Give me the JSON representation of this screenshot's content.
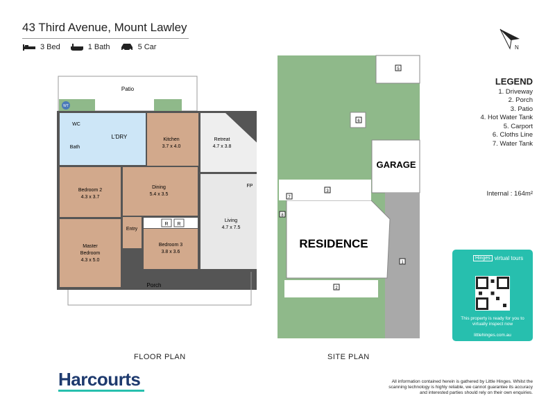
{
  "property": {
    "address": "43 Third Avenue, Mount Lawley",
    "bed": "3 Bed",
    "bath": "1 Bath",
    "car": "5 Car"
  },
  "compass": {
    "label": "N"
  },
  "floor_plan": {
    "caption": "FLOOR PLAN",
    "rooms": {
      "patio": "Patio",
      "wc": "WC",
      "wt": "WT",
      "laundry": "L'DRY",
      "bath": "Bath",
      "kitchen": "Kitchen",
      "kitchen_dim": "3.7 x 4.0",
      "retreat": "Retreat",
      "retreat_dim": "4.7 x 3.8",
      "bed2": "Bedroom 2",
      "bed2_dim": "4.3 x 3.7",
      "dining": "Dining",
      "dining_dim": "5.4 x 3.5",
      "fp": "FP",
      "living": "Living",
      "living_dim": "4.7 x 7.5",
      "entry": "Entry",
      "r1": "R",
      "r2": "R",
      "bed3": "Bedroom 3",
      "bed3_dim": "3.8 x 3.6",
      "master": "Master",
      "master2": "Bedroom",
      "master_dim": "4.3 x 5.0",
      "porch": "Porch"
    }
  },
  "site_plan": {
    "caption": "SITE PLAN",
    "garage": "GARAGE",
    "residence": "RESIDENCE",
    "markers": [
      "1",
      "2",
      "3",
      "4",
      "5",
      "6",
      "7",
      "8"
    ]
  },
  "legend": {
    "title": "LEGEND",
    "items": [
      "1. Driveway",
      "2. Porch",
      "3. Patio",
      "4. Hot Water Tank",
      "5. Carport",
      "6. Cloths Line",
      "7. Water Tank"
    ]
  },
  "internal": "Internal : 164m²",
  "virtual_tour": {
    "brand": "Hinges",
    "label": "virtual tours",
    "text": "This property is ready for you to virtually inspect now",
    "url": "littlehinges.com.au"
  },
  "brand": "Harcourts",
  "disclaimer": "All information contained herein is gathered by Little Hinges. Whilst the scanning technology is highly reliable, we cannot guarantee its accuracy and interested parties should rely on their own enquiries.",
  "colors": {
    "timber": "#d2a98c",
    "wet": "#cde6f7",
    "living": "#e8e8e8",
    "grass": "#8fb98a",
    "driveway": "#a9a9a9",
    "brand": "#1e3a6e",
    "accent": "#27bfae"
  }
}
